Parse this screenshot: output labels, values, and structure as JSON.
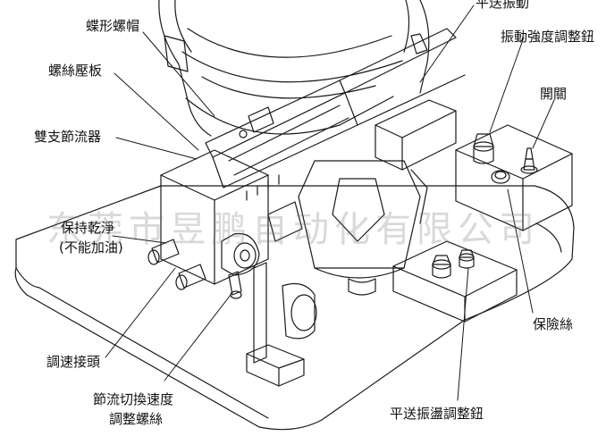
{
  "labels": {
    "butterfly_nut": "蝶形螺帽",
    "screw_plate": "螺絲壓板",
    "dual_throttle": "雙支節流器",
    "keep_clean_1": "保持乾淨",
    "keep_clean_2": "(不能加油)",
    "speed_joint": "調速接頭",
    "throttle_screw_1": "節流切換速度",
    "throttle_screw_2": "調整螺絲",
    "linear_vib": "平送振動",
    "intensity_knob": "振動強度調整鈕",
    "switch": "開關",
    "fuse": "保險絲",
    "linear_knob": "平送振盪調整鈕"
  },
  "watermark": "东莞市昱鹏自动化有限公司",
  "colors": {
    "line": "#1a1a1a",
    "text": "#111111"
  }
}
